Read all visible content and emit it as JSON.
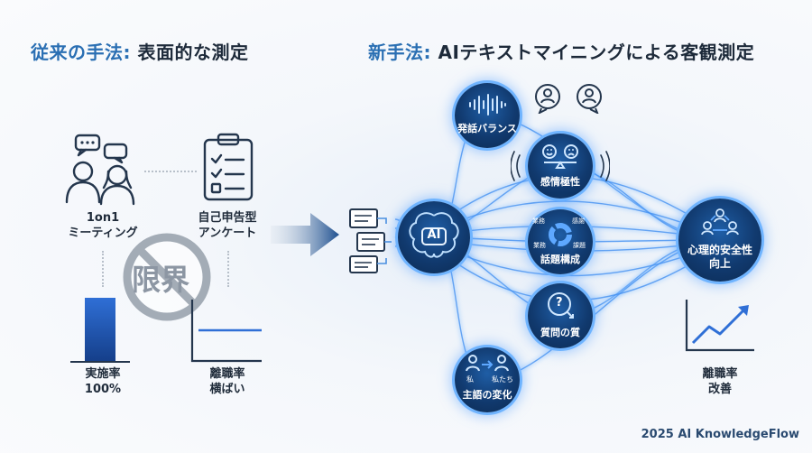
{
  "left": {
    "heading_accent": "従来の手法:",
    "heading_rest": "表面的な測定",
    "item1_line1": "1on1",
    "item1_line2": "ミーティング",
    "item2_line1": "自己申告型",
    "item2_line2": "アンケート",
    "limit_text": "限界",
    "metric1_line1": "実施率",
    "metric1_line2": "100%",
    "metric2_line1": "離職率",
    "metric2_line2": "横ばい"
  },
  "right": {
    "heading_accent": "新手法:",
    "heading_rest": "AIテキストマイニングによる客観測定",
    "ai_label": "AI",
    "nodes": {
      "balance": "発話バランス",
      "emotion": "感情極性",
      "topic": "話題構成",
      "question": "質問の質",
      "subject": "主語の変化"
    },
    "topic_tags": [
      "業務",
      "感謝",
      "業務",
      "課題"
    ],
    "subject_tags": [
      "私",
      "私たち"
    ],
    "question_mark": "?",
    "result_line1": "心理的安全性",
    "result_line2": "向上",
    "outcome_line1": "離職率",
    "outcome_line2": "改善"
  },
  "footer": "2025 AI KnowledgeFlow",
  "colors": {
    "accent": "#2a6fb3",
    "node_fill": "#113a6f",
    "glow": "#6fb4ff",
    "bar_blue": "#1f5fbf",
    "limit_gray": "#9aa3ad"
  },
  "icons": [
    "two-people-chat-icon",
    "clipboard-checklist-icon",
    "prohibition-icon",
    "document-stack-icon",
    "ai-brain-icon",
    "sound-wave-icon",
    "person-speech-icon",
    "balance-scale-icon",
    "donut-chart-icon",
    "question-bubble-icon",
    "person-arrow-person-icon",
    "team-network-icon",
    "rising-line-chart-icon"
  ]
}
